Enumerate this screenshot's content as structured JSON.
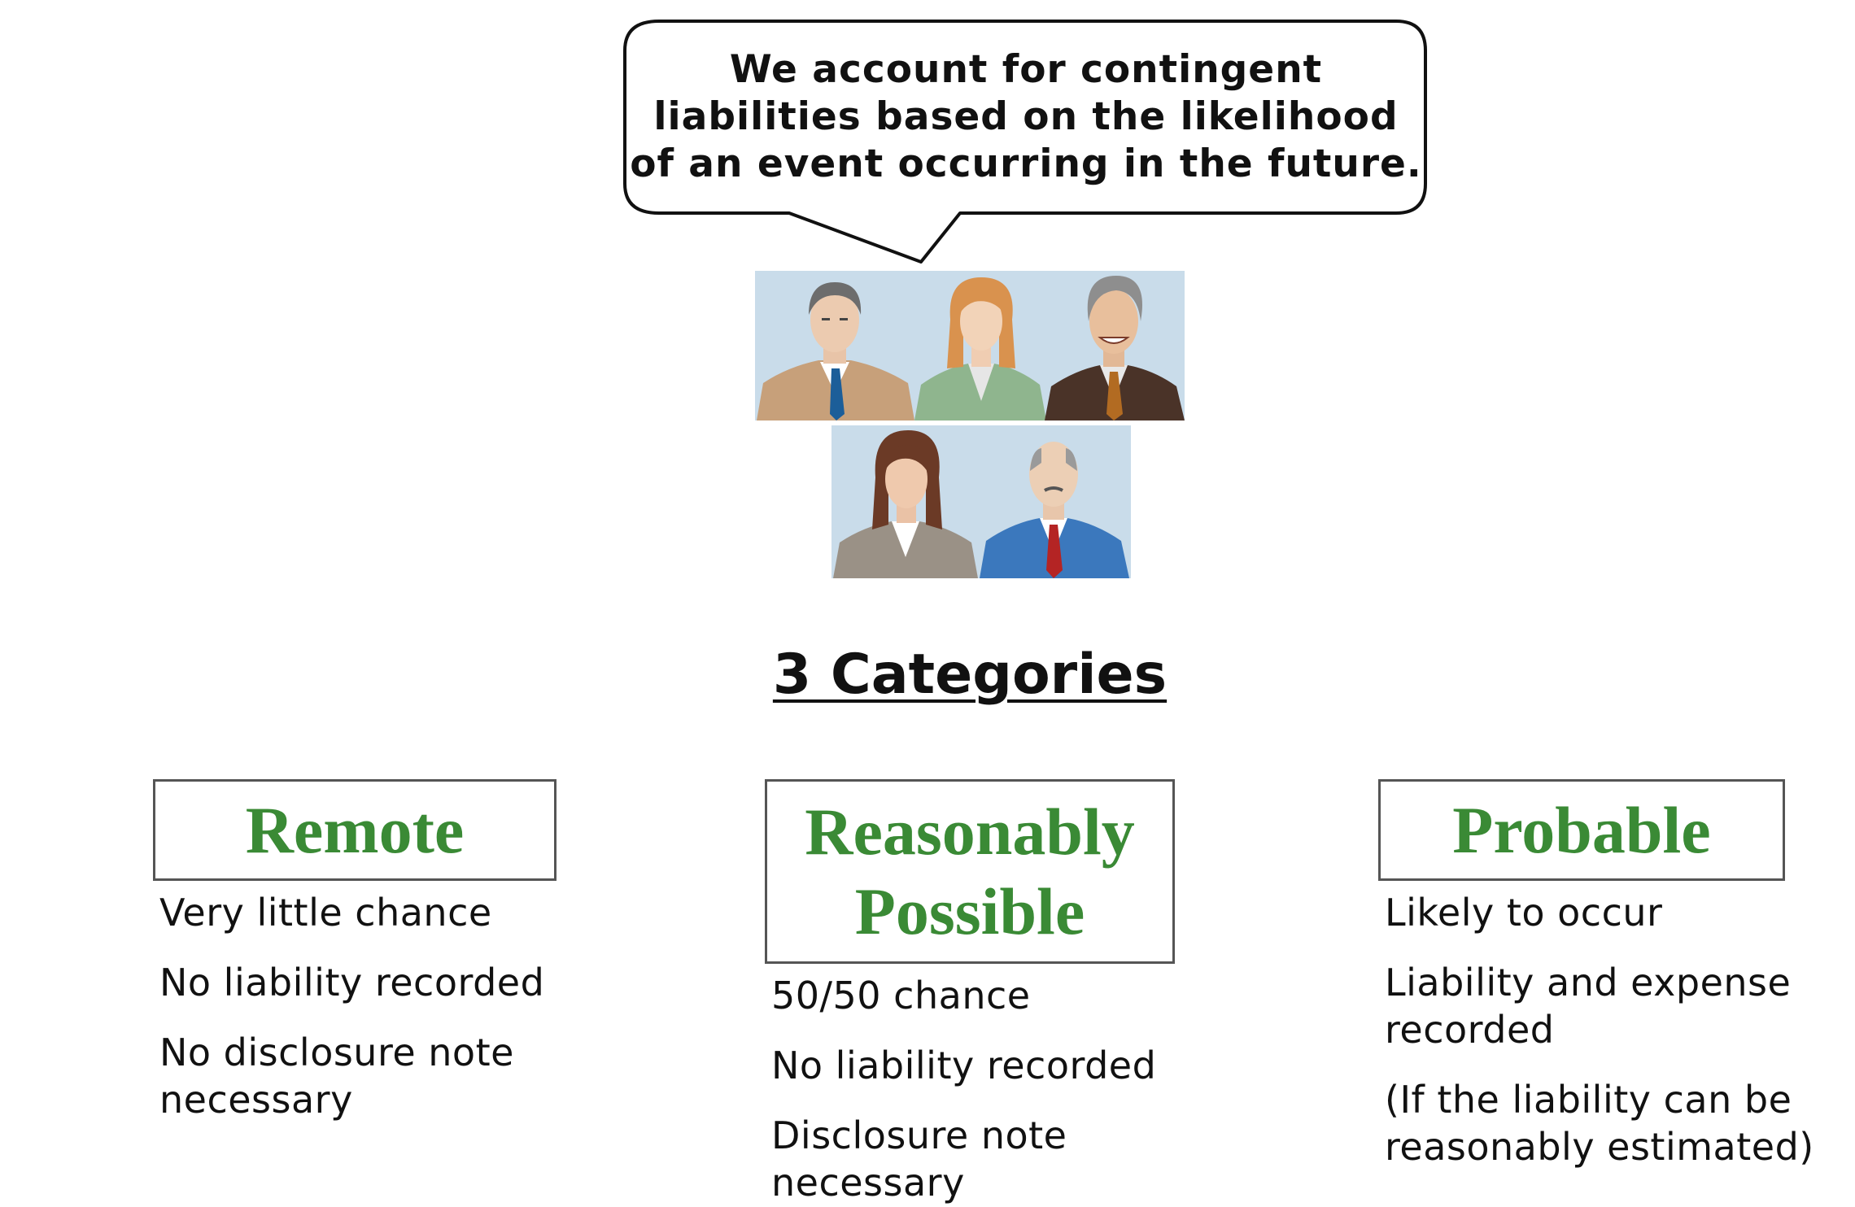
{
  "speech_bubble": {
    "text": "We account for contingent liabilities based on the likelihood of an event occurring in the future."
  },
  "heading": "3 Categories",
  "categories": [
    {
      "title": "Remote",
      "items": [
        "Very little chance",
        "No liability recorded",
        "No disclosure note necessary"
      ]
    },
    {
      "title": "Reasonably Possible",
      "items": [
        "50/50 chance",
        "No liability recorded",
        "Disclosure note necessary"
      ]
    },
    {
      "title": "Probable",
      "items": [
        "Likely to occur",
        "Liability and expense recorded",
        "(If the liability can be reasonably estimated)"
      ]
    }
  ],
  "colors": {
    "category_title": "#3a8a35",
    "panel_background": "#c9dcea",
    "text": "#111111"
  },
  "icons": [
    "speech-bubble",
    "businessman-icon",
    "businesswoman-icon"
  ]
}
